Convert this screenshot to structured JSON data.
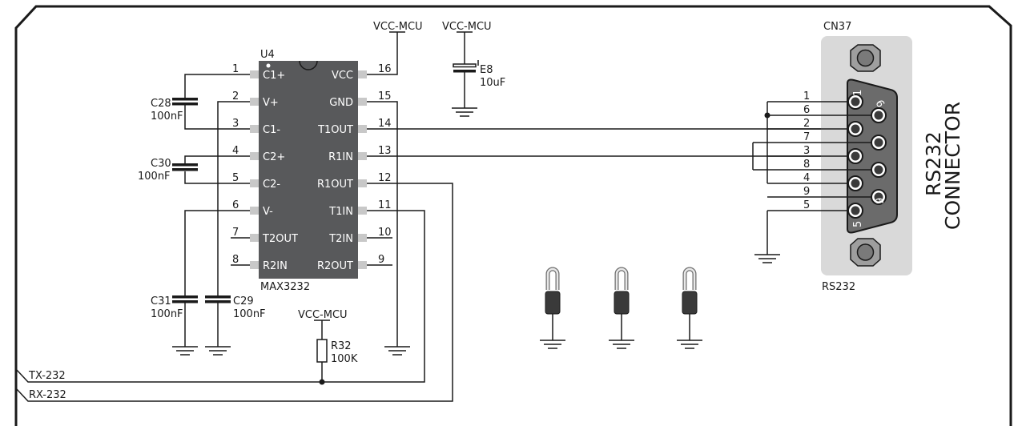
{
  "colors": {
    "wire": "#1a1a1a",
    "chip": "#58595b",
    "connector_bg": "#d9d9d9",
    "pad": "#c8c8c8"
  },
  "chip": {
    "ref": "U4",
    "part": "MAX3232",
    "left_pins": [
      {
        "num": "1",
        "name": "C1+"
      },
      {
        "num": "2",
        "name": "V+"
      },
      {
        "num": "3",
        "name": "C1-"
      },
      {
        "num": "4",
        "name": "C2+"
      },
      {
        "num": "5",
        "name": "C2-"
      },
      {
        "num": "6",
        "name": "V-"
      },
      {
        "num": "7",
        "name": "T2OUT"
      },
      {
        "num": "8",
        "name": "R2IN"
      }
    ],
    "right_pins": [
      {
        "num": "16",
        "name": "VCC"
      },
      {
        "num": "15",
        "name": "GND"
      },
      {
        "num": "14",
        "name": "T1OUT"
      },
      {
        "num": "13",
        "name": "R1IN"
      },
      {
        "num": "12",
        "name": "R1OUT"
      },
      {
        "num": "11",
        "name": "T1IN"
      },
      {
        "num": "10",
        "name": "T2IN"
      },
      {
        "num": "9",
        "name": "R2OUT"
      }
    ]
  },
  "caps": {
    "c28": {
      "ref": "C28",
      "val": "100nF"
    },
    "c30": {
      "ref": "C30",
      "val": "100nF"
    },
    "c31": {
      "ref": "C31",
      "val": "100nF"
    },
    "c29": {
      "ref": "C29",
      "val": "100nF"
    },
    "e8": {
      "ref": "E8",
      "val": "10uF"
    }
  },
  "resistor": {
    "ref": "R32",
    "val": "100K"
  },
  "power": {
    "vcc1": "VCC-MCU",
    "vcc2": "VCC-MCU",
    "vcc3": "VCC-MCU"
  },
  "nets": {
    "tx": "TX-232",
    "rx": "RX-232"
  },
  "connector": {
    "ref": "CN37",
    "type": "RS232",
    "title_line1": "RS232",
    "title_line2": "CONNECTOR",
    "wire_labels": [
      "1",
      "6",
      "2",
      "7",
      "3",
      "8",
      "4",
      "9",
      "5"
    ],
    "pin_labels": {
      "p1": "1",
      "p6": "6",
      "p5": "5",
      "p9": "9"
    }
  }
}
